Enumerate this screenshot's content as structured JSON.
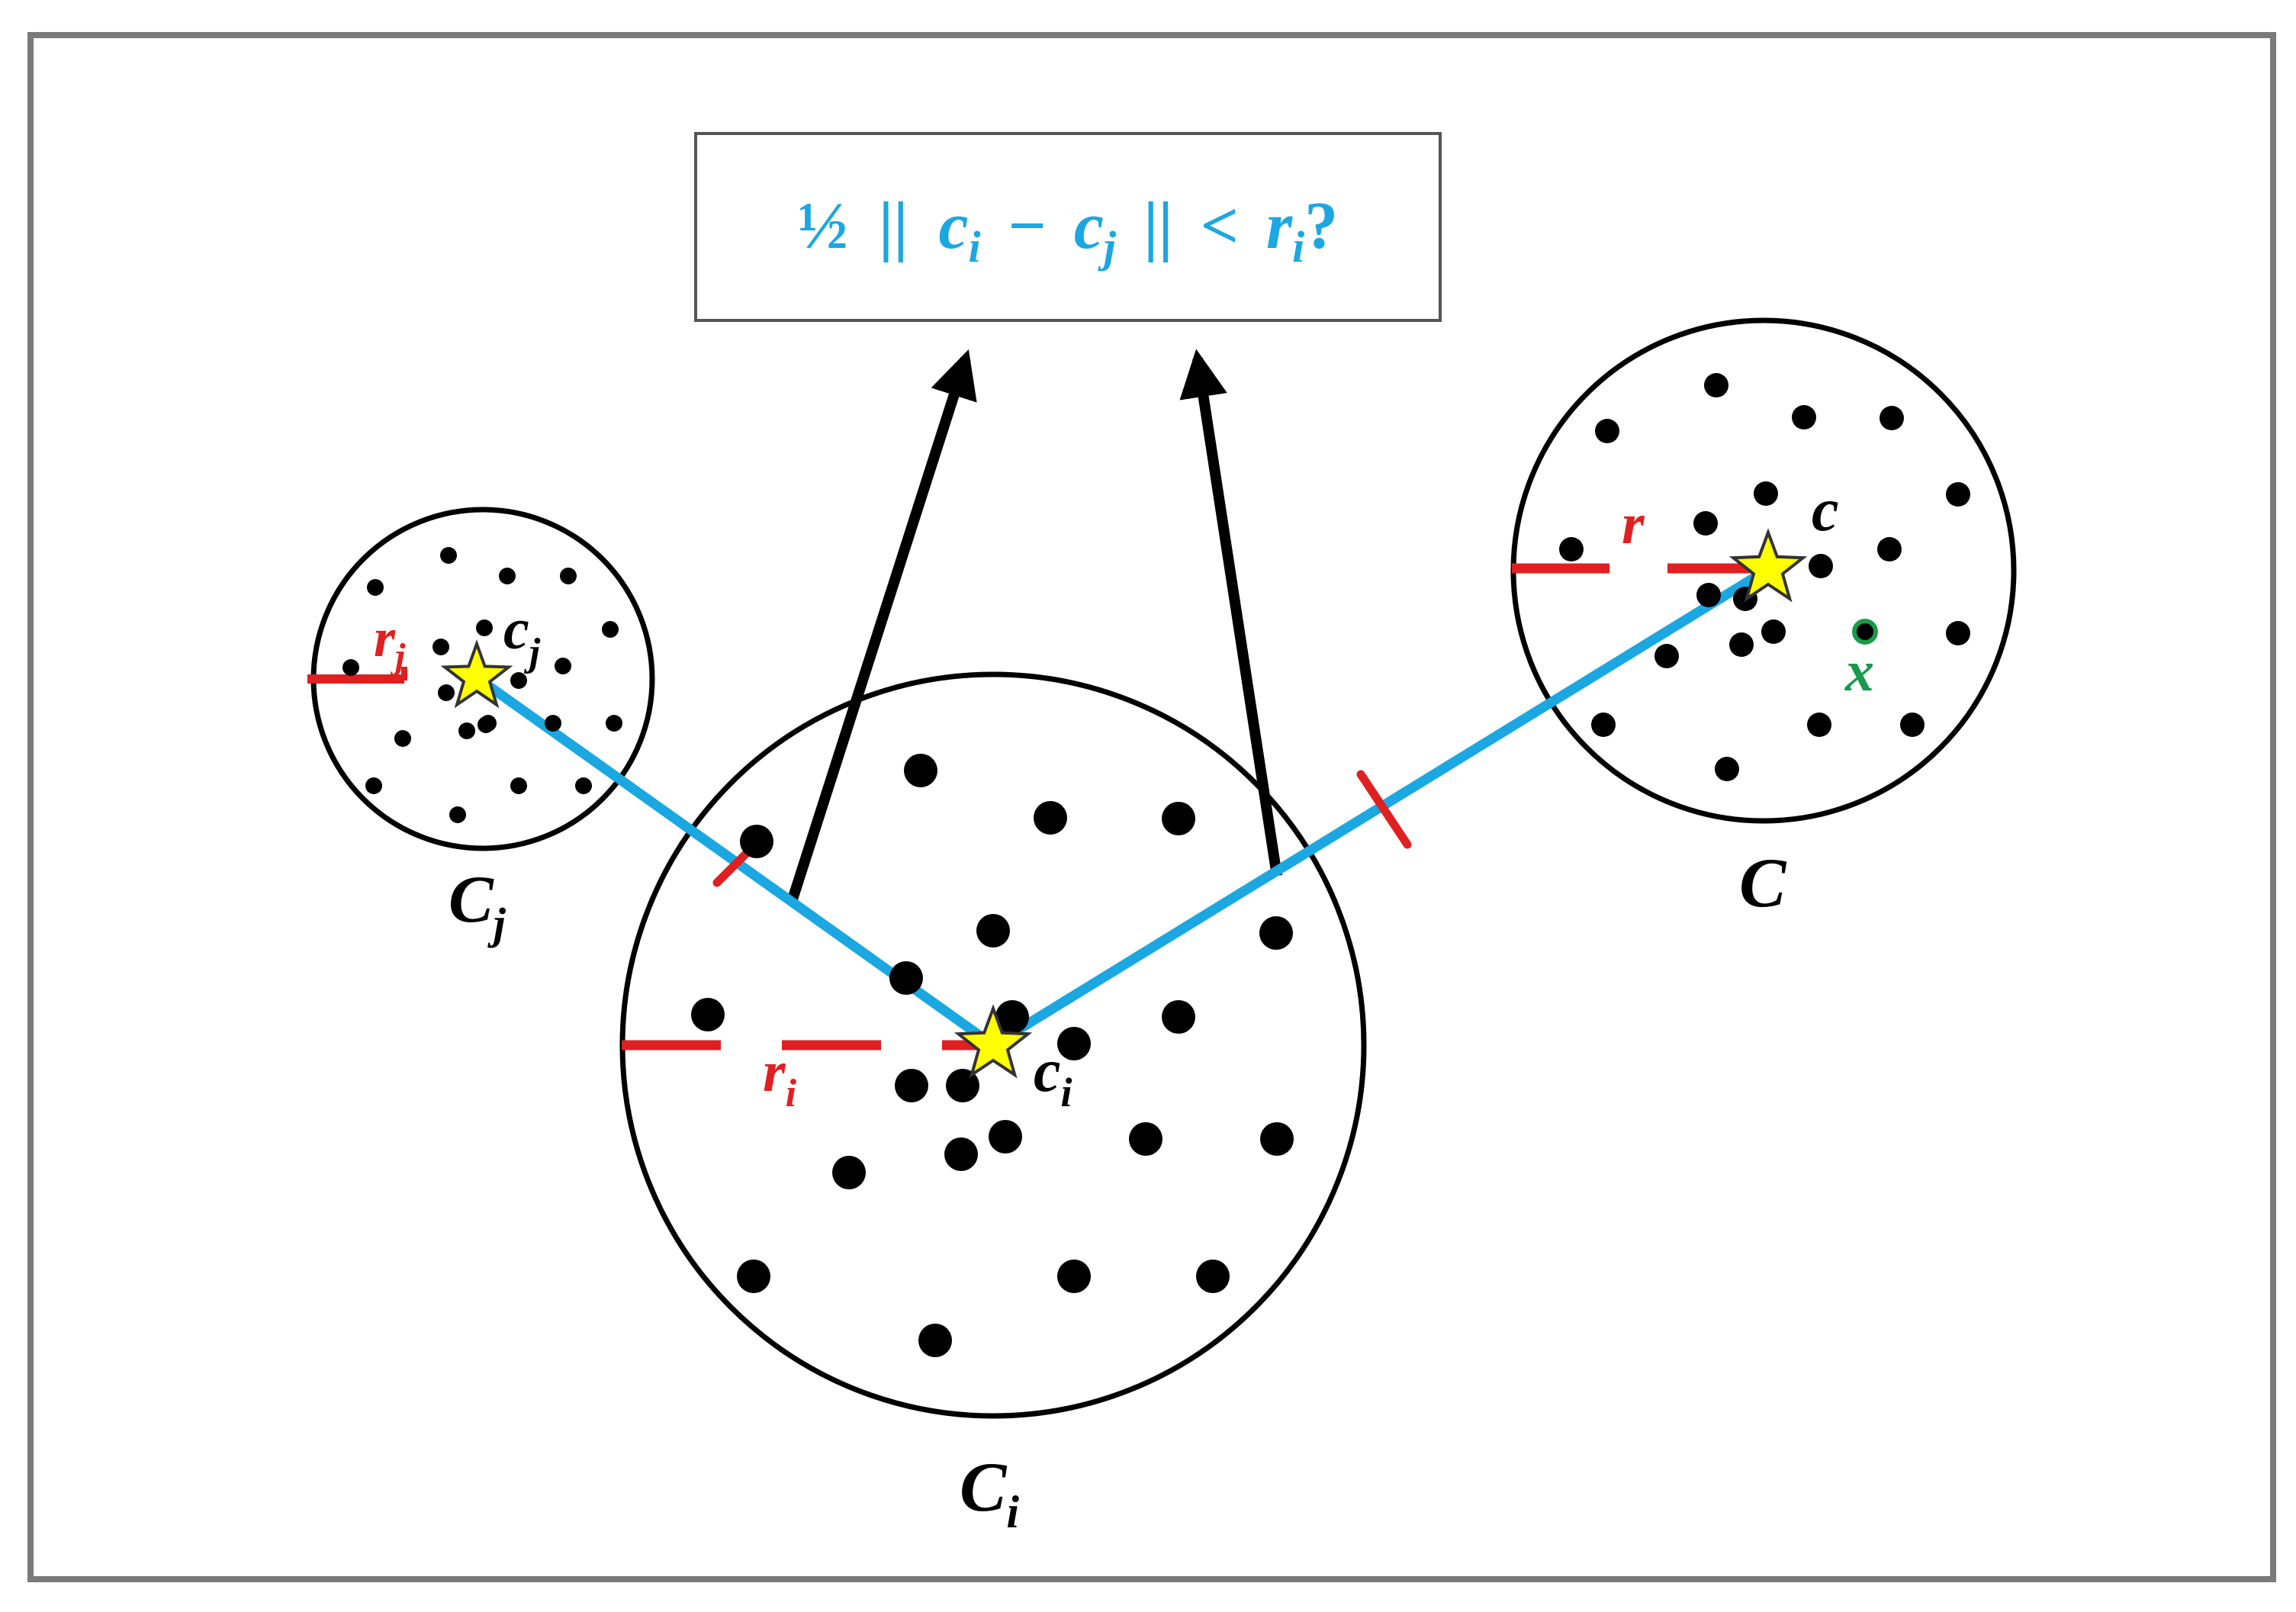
{
  "colors": {
    "frame": "#7a7a7a",
    "circle": "#000000",
    "point": "#000000",
    "center_star": "#ffff00",
    "center_star_stroke": "#333333",
    "connector": "#1ba7e1",
    "radius_mark": "#e02020",
    "query_box_text": "#1ba7e1",
    "query_point": "#1a9a4a",
    "arrow": "#000000"
  },
  "query_box": {
    "half": "½",
    "norm_open": "||",
    "c_i": "c",
    "sub_i": "i",
    "minus": "−",
    "c_j": "c",
    "sub_j": "j",
    "norm_close": "||",
    "less_than": "<",
    "r_i": "r",
    "sub_ri": "i",
    "question": "?"
  },
  "clusters": {
    "cj": {
      "name": "C",
      "name_sub": "j",
      "center_label": "c",
      "center_sub": "j",
      "radius_label": "r",
      "radius_sub": "j"
    },
    "ci": {
      "name": "C",
      "name_sub": "i",
      "center_label": "c",
      "center_sub": "i",
      "radius_label": "r",
      "radius_sub": "i"
    },
    "c": {
      "name": "C",
      "center_label": "c",
      "radius_label": "r",
      "query_label": "x"
    }
  }
}
